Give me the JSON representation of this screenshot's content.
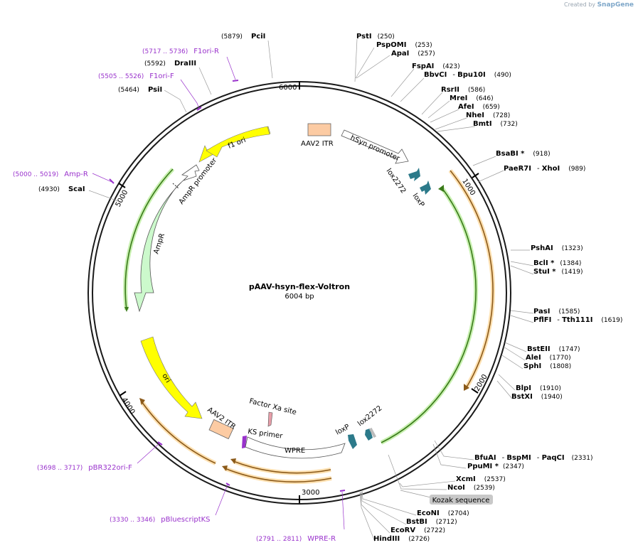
{
  "header": {
    "created_by": "Created by",
    "brand": "SnapGene"
  },
  "plasmid": {
    "name": "pAAV-hsyn-flex-Voltron",
    "size": "6004 bp"
  },
  "ticks": [
    "1000",
    "2000",
    "3000",
    "4000",
    "5000",
    "6000"
  ],
  "enzymes_left": [
    {
      "name": "PciI",
      "pos": "(5879)"
    },
    {
      "name": "DraIII",
      "pos": "(5592)"
    },
    {
      "name": "PsiI",
      "pos": "(5464)"
    },
    {
      "name": "ScaI",
      "pos": "(4930)"
    }
  ],
  "primers_left": [
    {
      "name": "F1ori-R",
      "range": "(5717 .. 5736)"
    },
    {
      "name": "F1ori-F",
      "range": "(5505 .. 5526)"
    },
    {
      "name": "Amp-R",
      "range": "(5000 .. 5019)"
    },
    {
      "name": "pBR322ori-F",
      "range": "(3698 .. 3717)"
    },
    {
      "name": "pBluescriptKS",
      "range": "(3330 .. 3346)"
    },
    {
      "name": "WPRE-R",
      "range": "(2791 .. 2811)"
    }
  ],
  "enzymes_right": [
    {
      "name": "PstI",
      "pos": "(250)"
    },
    {
      "name": "PspOMI",
      "pos": "(253)"
    },
    {
      "name": "ApaI",
      "pos": "(257)"
    },
    {
      "name": "FspAI",
      "pos": "(423)"
    },
    {
      "name": "BbvCI",
      "name2": "Bpu10I",
      "pos": "(490)"
    },
    {
      "name": "RsrII",
      "pos": "(586)"
    },
    {
      "name": "MreI",
      "pos": "(646)"
    },
    {
      "name": "AfeI",
      "pos": "(659)"
    },
    {
      "name": "NheI",
      "pos": "(728)"
    },
    {
      "name": "BmtI",
      "pos": "(732)"
    },
    {
      "name": "BsaBI *",
      "pos": "(918)"
    },
    {
      "name": "PaeR7I",
      "name2": "XhoI",
      "pos": "(989)"
    },
    {
      "name": "PshAI",
      "pos": "(1323)"
    },
    {
      "name": "BclI *",
      "pos": "(1384)"
    },
    {
      "name": "StuI *",
      "pos": "(1419)"
    },
    {
      "name": "PasI",
      "pos": "(1585)"
    },
    {
      "name": "PflFI",
      "name2": "Tth111I",
      "pos": "(1619)"
    },
    {
      "name": "BstEII",
      "pos": "(1747)"
    },
    {
      "name": "AleI",
      "pos": "(1770)"
    },
    {
      "name": "SphI",
      "pos": "(1808)"
    },
    {
      "name": "BlpI",
      "pos": "(1910)"
    },
    {
      "name": "BstXI",
      "pos": "(1940)"
    },
    {
      "name": "BfuAI",
      "name2": "BspMI",
      "name3": "PaqCI",
      "pos": "(2331)"
    },
    {
      "name": "PpuMI *",
      "pos": "(2347)"
    },
    {
      "name": "XcmI",
      "pos": "(2537)"
    },
    {
      "name": "NcoI",
      "pos": "(2539)"
    },
    {
      "name": "EcoNI",
      "pos": "(2704)"
    },
    {
      "name": "BstBI",
      "pos": "(2712)"
    },
    {
      "name": "EcoRV",
      "pos": "(2722)"
    },
    {
      "name": "HindIII",
      "pos": "(2726)"
    }
  ],
  "kozak": "Kozak sequence",
  "features": {
    "aav2_itr_top": "AAV2 ITR",
    "hsyn": "hSyn promoter",
    "lox2272_top": "lox2272",
    "loxp_top": "loxP",
    "f1ori": "f1 ori",
    "ampr_promoter": "AmpR promoter",
    "ampr": "AmpR",
    "ori": "ori",
    "aav2_itr_bottom": "AAV2 ITR",
    "factor_xa": "Factor Xa site",
    "ks_primer": "KS primer",
    "wpre": "WPRE",
    "loxp_bottom": "loxP",
    "lox2272_bottom": "lox2272"
  },
  "colors": {
    "ring": "#1a1a1a",
    "enzyme_line": "#9a9a9a",
    "primer": "#9932cc",
    "f1ori": "#ffff00",
    "ori": "#ffff00",
    "ampr": "#ccf9cc",
    "itr": "#fccba3",
    "orf_orange": "#f5a623",
    "orf_green": "#78cc3a",
    "lox": "#2c7a8a"
  }
}
